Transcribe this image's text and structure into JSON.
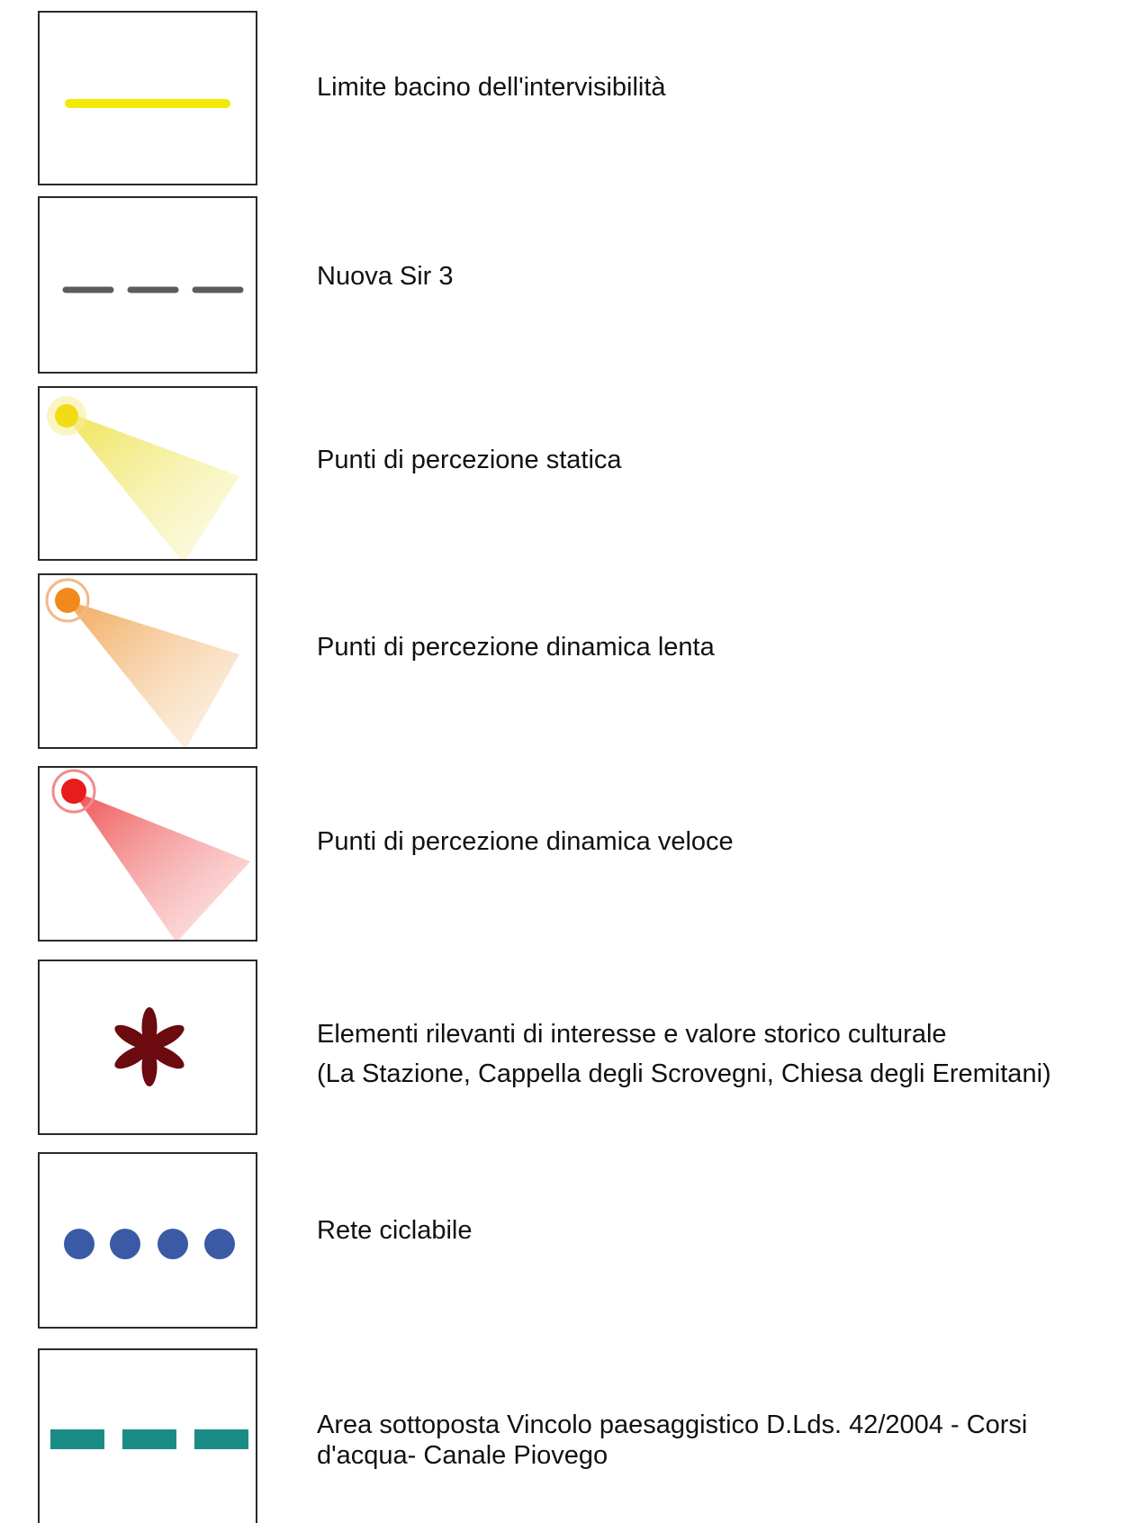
{
  "legend": {
    "items": [
      {
        "id": "visibility-boundary",
        "symbol": "yellow-line-icon",
        "color": "#f2ea00",
        "label": "Limite bacino dell'intervisibilità"
      },
      {
        "id": "nuova-sir-3",
        "symbol": "dashed-gray-line-icon",
        "color": "#5c5c5c",
        "label": "Nuova Sir 3"
      },
      {
        "id": "static-perception",
        "symbol": "yellow-view-cone-icon",
        "color": "#f2dc14",
        "label": "Punti di percezione statica"
      },
      {
        "id": "slow-dynamic-perception",
        "symbol": "orange-view-cone-icon",
        "color": "#f08a1c",
        "label": "Punti di percezione dinamica lenta"
      },
      {
        "id": "fast-dynamic-perception",
        "symbol": "red-view-cone-icon",
        "color": "#e81c1c",
        "label": "Punti di percezione dinamica veloce"
      },
      {
        "id": "historic-cultural-elements",
        "symbol": "asterisk-icon",
        "color": "#6b0a0f",
        "label_line1": "Elementi rilevanti di interesse e valore storico culturale",
        "label_line2": "(La Stazione, Cappella degli Scrovegni, Chiesa degli Eremitani)"
      },
      {
        "id": "cycle-network",
        "symbol": "blue-dots-icon",
        "color": "#3a5aa6",
        "label": "Rete ciclabile"
      },
      {
        "id": "landscape-constraint-area",
        "symbol": "teal-dashed-line-icon",
        "color": "#1a8c86",
        "label_line1": "Area sottoposta Vincolo paesaggistico D.Lds. 42/2004 - Corsi",
        "label_line2": "d'acqua- Canale Piovego"
      }
    ]
  }
}
